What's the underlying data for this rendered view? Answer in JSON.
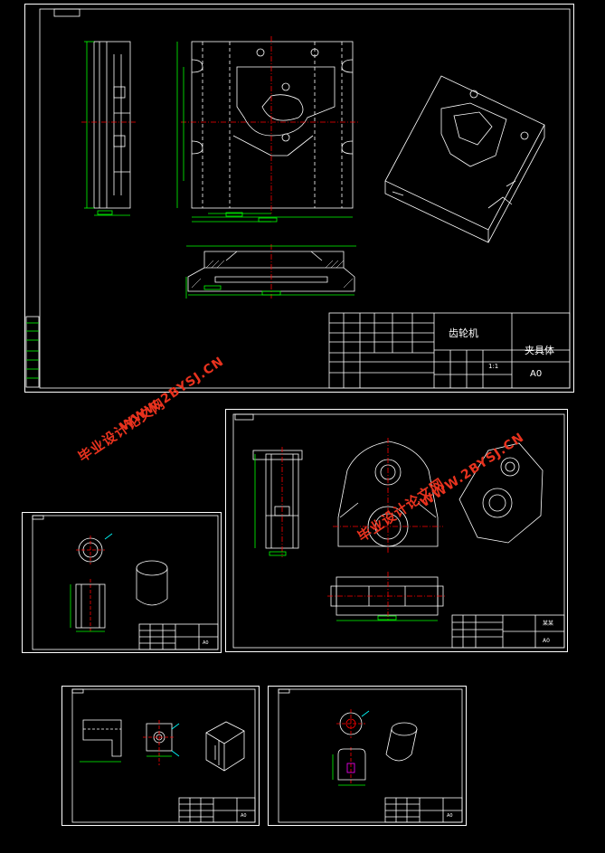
{
  "drawings": [
    {
      "id": "sheet-1",
      "title_zh": "齿轮机",
      "part_name": "夹具体",
      "paper_size": "A0",
      "scale": "1:1"
    },
    {
      "id": "sheet-2",
      "title_zh": "某某",
      "part_name": "",
      "paper_size": "A0"
    },
    {
      "id": "sheet-3",
      "title_zh": "",
      "part_name": "",
      "paper_size": "A0"
    },
    {
      "id": "sheet-4",
      "title_zh": "",
      "part_name": "",
      "paper_size": "A0"
    },
    {
      "id": "sheet-5",
      "title_zh": "",
      "part_name": "",
      "paper_size": "A0"
    }
  ],
  "watermark": {
    "text_zh": "毕业设计论文网",
    "url": "WWW.2BYSJ.CN",
    "color": "#e8321e"
  },
  "colors": {
    "background": "#000000",
    "line": "#ffffff",
    "dimension": "#00ff00",
    "centerline": "#ff0000",
    "hidden": "#ffffff",
    "leader": "#00ffff"
  }
}
